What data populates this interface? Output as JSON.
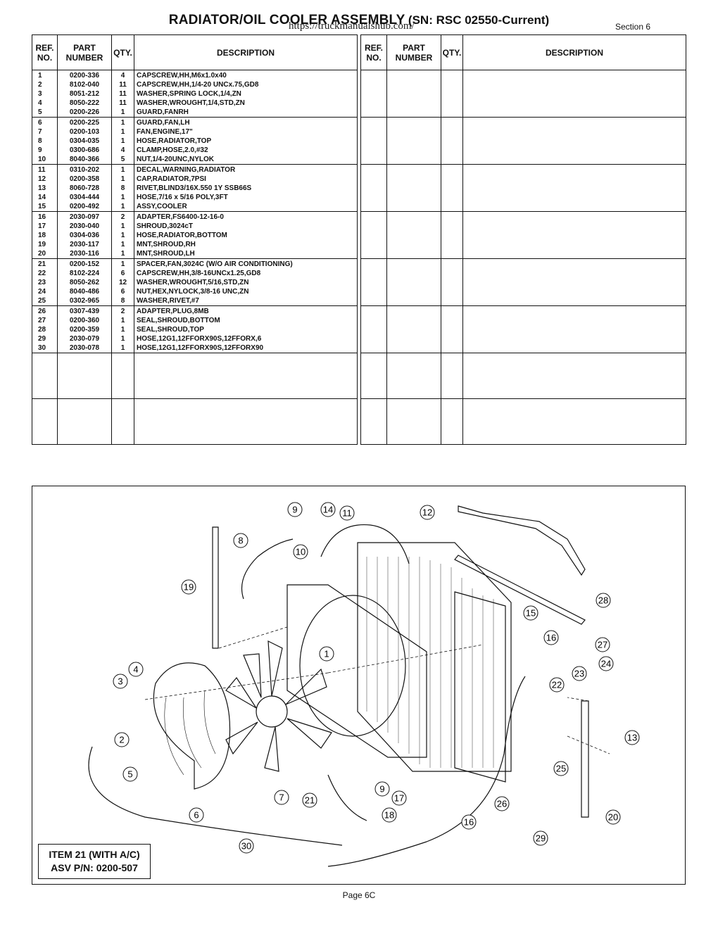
{
  "header": {
    "title": "RADIATOR/OIL COOLER ASSEMBLY",
    "serial": "(SN: RSC 02550-Current)",
    "watermark": "https://truckmanualshub.com/",
    "section": "Section 6"
  },
  "table_headers": {
    "ref": [
      "REF.",
      "NO."
    ],
    "part": [
      "PART",
      "NUMBER"
    ],
    "qty": "QTY.",
    "desc": "DESCRIPTION"
  },
  "parts": [
    {
      "ref": "1",
      "pn": "0200-336",
      "qty": "4",
      "desc": "CAPSCREW,HH,M6x1.0x40"
    },
    {
      "ref": "2",
      "pn": "8102-040",
      "qty": "11",
      "desc": "CAPSCREW,HH,1/4-20 UNCx.75,GD8"
    },
    {
      "ref": "3",
      "pn": "8051-212",
      "qty": "11",
      "desc": "WASHER,SPRING LOCK,1/4,ZN"
    },
    {
      "ref": "4",
      "pn": "8050-222",
      "qty": "11",
      "desc": "WASHER,WROUGHT,1/4,STD,ZN"
    },
    {
      "ref": "5",
      "pn": "0200-226",
      "qty": "1",
      "desc": "GUARD,FANRH"
    },
    {
      "ref": "6",
      "pn": "0200-225",
      "qty": "1",
      "desc": "GUARD,FAN,LH"
    },
    {
      "ref": "7",
      "pn": "0200-103",
      "qty": "1",
      "desc": "FAN,ENGINE,17\""
    },
    {
      "ref": "8",
      "pn": "0304-035",
      "qty": "1",
      "desc": "HOSE,RADIATOR,TOP"
    },
    {
      "ref": "9",
      "pn": "0300-686",
      "qty": "4",
      "desc": "CLAMP,HOSE,2.0,#32"
    },
    {
      "ref": "10",
      "pn": "8040-366",
      "qty": "5",
      "desc": "NUT,1/4-20UNC,NYLOK"
    },
    {
      "ref": "11",
      "pn": "0310-202",
      "qty": "1",
      "desc": "DECAL,WARNING,RADIATOR"
    },
    {
      "ref": "12",
      "pn": "0200-358",
      "qty": "1",
      "desc": "CAP,RADIATOR,7PSI"
    },
    {
      "ref": "13",
      "pn": "8060-728",
      "qty": "8",
      "desc": "RIVET,BLIND3/16X.550 1Y SSB66S"
    },
    {
      "ref": "14",
      "pn": "0304-444",
      "qty": "1",
      "desc": "HOSE,7/16 x 5/16 POLY,3FT"
    },
    {
      "ref": "15",
      "pn": "0200-492",
      "qty": "1",
      "desc": "ASSY,COOLER"
    },
    {
      "ref": "16",
      "pn": "2030-097",
      "qty": "2",
      "desc": "ADAPTER,FS6400-12-16-0"
    },
    {
      "ref": "17",
      "pn": "2030-040",
      "qty": "1",
      "desc": "SHROUD,3024cT"
    },
    {
      "ref": "18",
      "pn": "0304-036",
      "qty": "1",
      "desc": "HOSE,RADIATOR,BOTTOM"
    },
    {
      "ref": "19",
      "pn": "2030-117",
      "qty": "1",
      "desc": "MNT,SHROUD,RH"
    },
    {
      "ref": "20",
      "pn": "2030-116",
      "qty": "1",
      "desc": "MNT,SHROUD,LH"
    },
    {
      "ref": "21",
      "pn": "0200-152",
      "qty": "1",
      "desc": "SPACER,FAN,3024C (W/O AIR CONDITIONING)"
    },
    {
      "ref": "22",
      "pn": "8102-224",
      "qty": "6",
      "desc": "CAPSCREW,HH,3/8-16UNCx1.25,GD8"
    },
    {
      "ref": "23",
      "pn": "8050-262",
      "qty": "12",
      "desc": "WASHER,WROUGHT,5/16,STD,ZN"
    },
    {
      "ref": "24",
      "pn": "8040-486",
      "qty": "6",
      "desc": "NUT,HEX,NYLOCK,3/8-16 UNC,ZN"
    },
    {
      "ref": "25",
      "pn": "0302-965",
      "qty": "8",
      "desc": "WASHER,RIVET,#7"
    },
    {
      "ref": "26",
      "pn": "0307-439",
      "qty": "2",
      "desc": "ADAPTER,PLUG,8MB"
    },
    {
      "ref": "27",
      "pn": "0200-360",
      "qty": "1",
      "desc": "SEAL,SHROUD,BOTTOM"
    },
    {
      "ref": "28",
      "pn": "0200-359",
      "qty": "1",
      "desc": "SEAL,SHROUD,TOP"
    },
    {
      "ref": "29",
      "pn": "2030-079",
      "qty": "1",
      "desc": "HOSE,12G1,12FFORX90S,12FFORX,6"
    },
    {
      "ref": "30",
      "pn": "2030-078",
      "qty": "1",
      "desc": "HOSE,12G1,12FFORX90S,12FFORX90"
    }
  ],
  "diagram": {
    "note_line1": "ITEM 21 (WITH A/C)",
    "note_line2": "ASV P/N: 0200-507",
    "callouts": [
      {
        "n": "9"
      },
      {
        "n": "14"
      },
      {
        "n": "11"
      },
      {
        "n": "12"
      },
      {
        "n": "8"
      },
      {
        "n": "10"
      },
      {
        "n": "19"
      },
      {
        "n": "28"
      },
      {
        "n": "15"
      },
      {
        "n": "1"
      },
      {
        "n": "16"
      },
      {
        "n": "27"
      },
      {
        "n": "24"
      },
      {
        "n": "23"
      },
      {
        "n": "22"
      },
      {
        "n": "4"
      },
      {
        "n": "3"
      },
      {
        "n": "13"
      },
      {
        "n": "2"
      },
      {
        "n": "25"
      },
      {
        "n": "5"
      },
      {
        "n": "9"
      },
      {
        "n": "7"
      },
      {
        "n": "21"
      },
      {
        "n": "17"
      },
      {
        "n": "26"
      },
      {
        "n": "6"
      },
      {
        "n": "18"
      },
      {
        "n": "16"
      },
      {
        "n": "20"
      },
      {
        "n": "29"
      },
      {
        "n": "30"
      }
    ]
  },
  "footer": {
    "page": "Page 6C"
  }
}
